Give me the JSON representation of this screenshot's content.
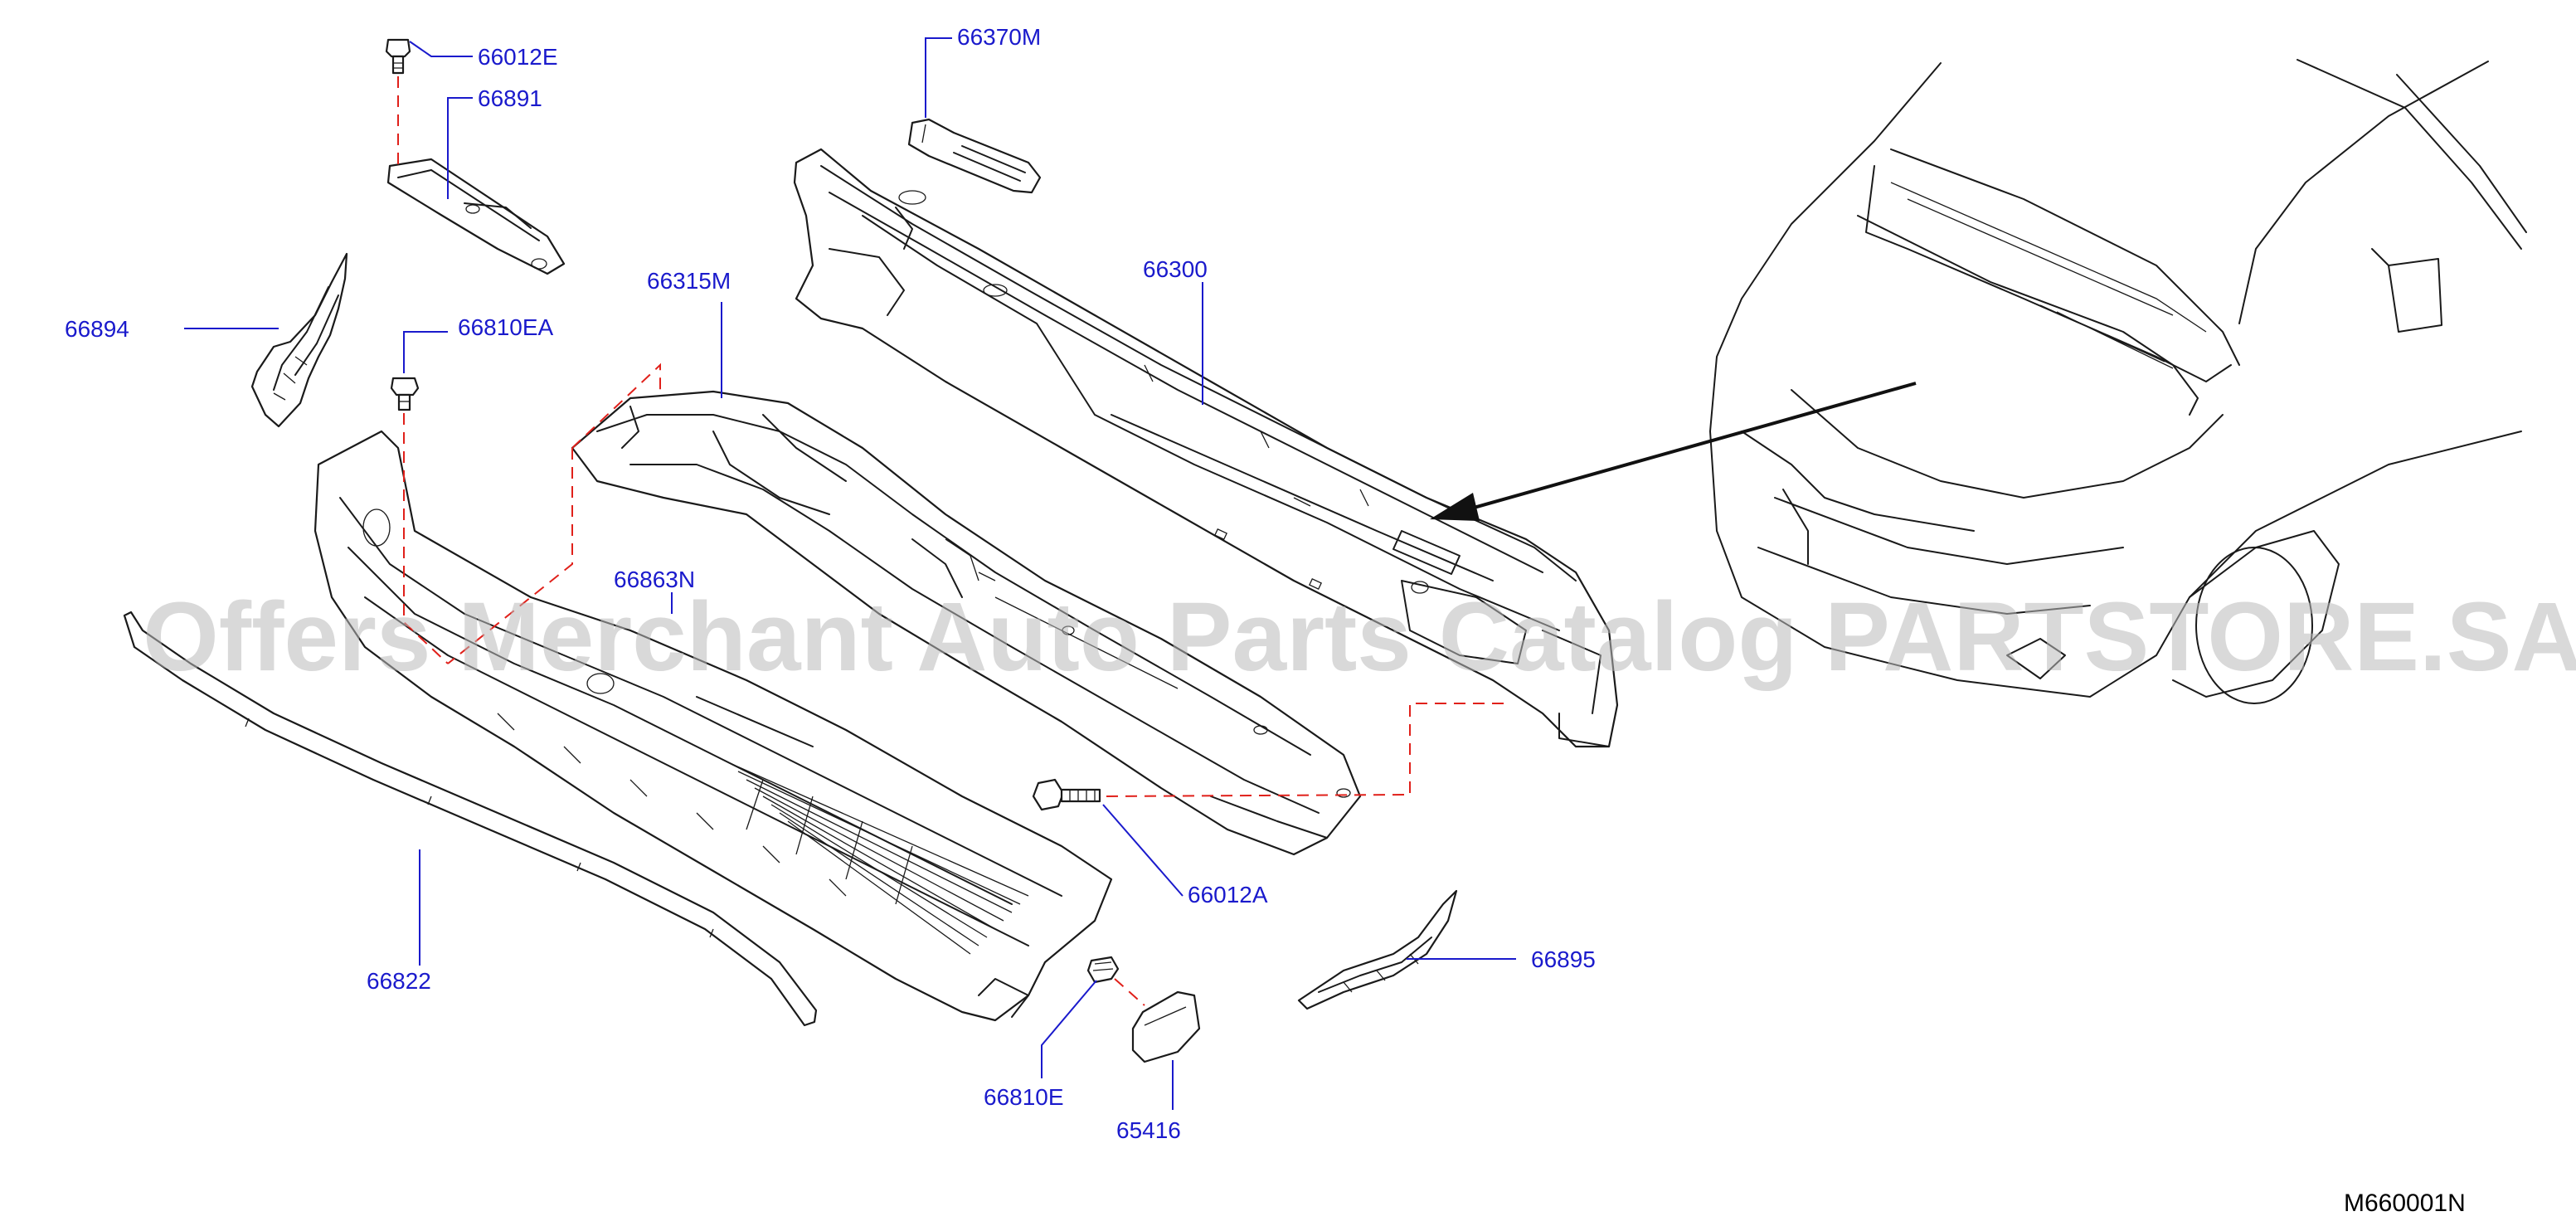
{
  "diagram": {
    "drawing_id": "M660001N",
    "watermark": "Offers Merchant Auto Parts Catalog PARTSTORE.SA",
    "part_labels": [
      {
        "key": "p66012E",
        "text": "66012E"
      },
      {
        "key": "p66891",
        "text": "66891"
      },
      {
        "key": "p66894",
        "text": "66894"
      },
      {
        "key": "p66810EA",
        "text": "66810EA"
      },
      {
        "key": "p66370M",
        "text": "66370M"
      },
      {
        "key": "p66300",
        "text": "66300"
      },
      {
        "key": "p66315M",
        "text": "66315M"
      },
      {
        "key": "p66863N",
        "text": "66863N"
      },
      {
        "key": "p66822",
        "text": "66822"
      },
      {
        "key": "p66012A",
        "text": "66012A"
      },
      {
        "key": "p66895",
        "text": "66895"
      },
      {
        "key": "p66810E",
        "text": "66810E"
      },
      {
        "key": "p65416",
        "text": "65416"
      }
    ],
    "colors": {
      "callout_text": "#1a1acc",
      "leader_lines": "#1a1acc",
      "assembly_dashes": "#e0201a",
      "line_art": "#1a1a1a",
      "watermark": "#b9b9b9"
    }
  }
}
